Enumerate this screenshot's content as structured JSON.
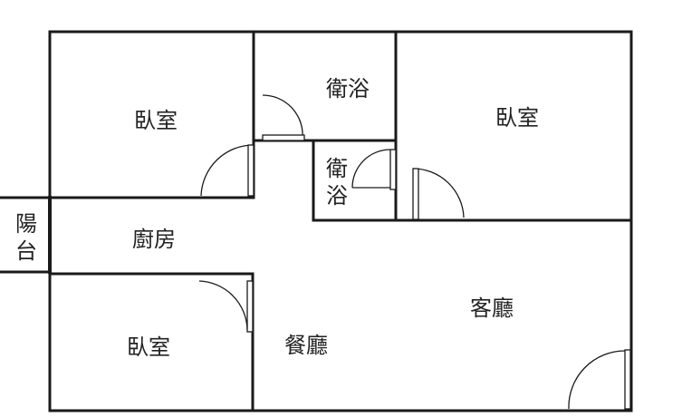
{
  "rooms": {
    "bedroom_top_left": "臥室",
    "bathroom_top": "衛浴",
    "bedroom_top_right": "臥室",
    "bathroom_small": [
      "衛",
      "浴"
    ],
    "balcony": [
      "陽",
      "台"
    ],
    "kitchen": "廚房",
    "living_room": "客廳",
    "bedroom_bottom_left": "臥室",
    "dining_room": "餐廳"
  },
  "colors": {
    "wall": "#1a1a1a",
    "text": "#222222",
    "background": "#ffffff"
  }
}
